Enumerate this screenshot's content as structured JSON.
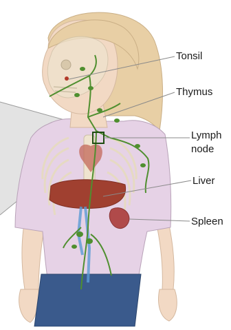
{
  "labels": {
    "tonsil": "Tonsil",
    "thymus": "Thymus",
    "lymph_node_line1": "Lymph",
    "lymph_node_line2": "node",
    "liver": "Liver",
    "spleen": "Spleen"
  },
  "colors": {
    "hair": "#e8cfa5",
    "skin": "#f2d9c4",
    "shirt": "#e6d2e6",
    "jeans": "#3a5a8c",
    "lymph": "#4f8f2f",
    "bone": "#efe4cf",
    "liver": "#a04030",
    "spleen": "#b04a4a",
    "vessel": "#5b9bd5",
    "callout_line": "#8a8a8a",
    "magnifier_panel": "#dedede"
  },
  "icons": [
    "skeleton-illustration",
    "lymph-node-square-marker",
    "magnifier-callout"
  ]
}
